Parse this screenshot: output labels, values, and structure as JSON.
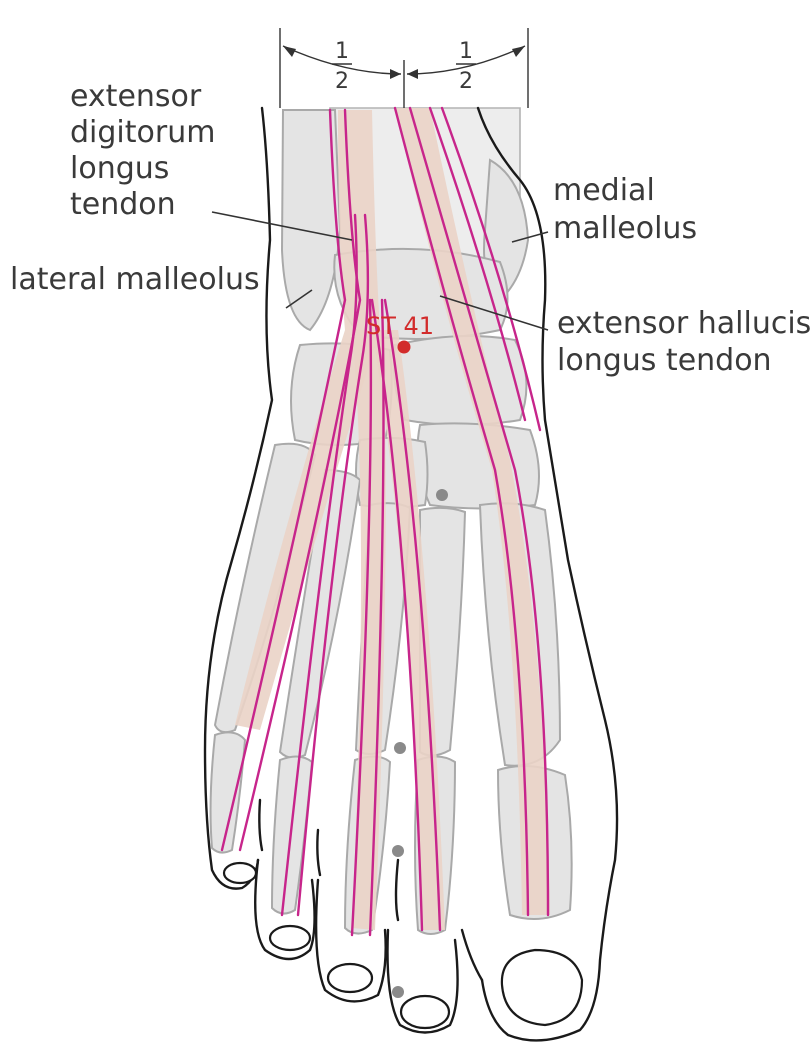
{
  "labels": {
    "extensor_digitorum": [
      "extensor",
      "digitorum",
      "longus",
      "tendon"
    ],
    "medial_malleolus": [
      "medial",
      "malleolus"
    ],
    "lateral_malleolus": "lateral malleolus",
    "extensor_hallucis": [
      "extensor hallucis",
      "longus tendon"
    ],
    "acupoint": "ST 41"
  },
  "measurement": {
    "left_fraction": {
      "numerator": "1",
      "denominator": "2"
    },
    "right_fraction": {
      "numerator": "1",
      "denominator": "2"
    }
  },
  "colors": {
    "tendon_line": "#c7258b",
    "tendon_band": "#ead3c6",
    "bone_fill": "#e4e4e4",
    "acupoint": "#d22b2b",
    "reference_point": "#8a8a8a"
  }
}
